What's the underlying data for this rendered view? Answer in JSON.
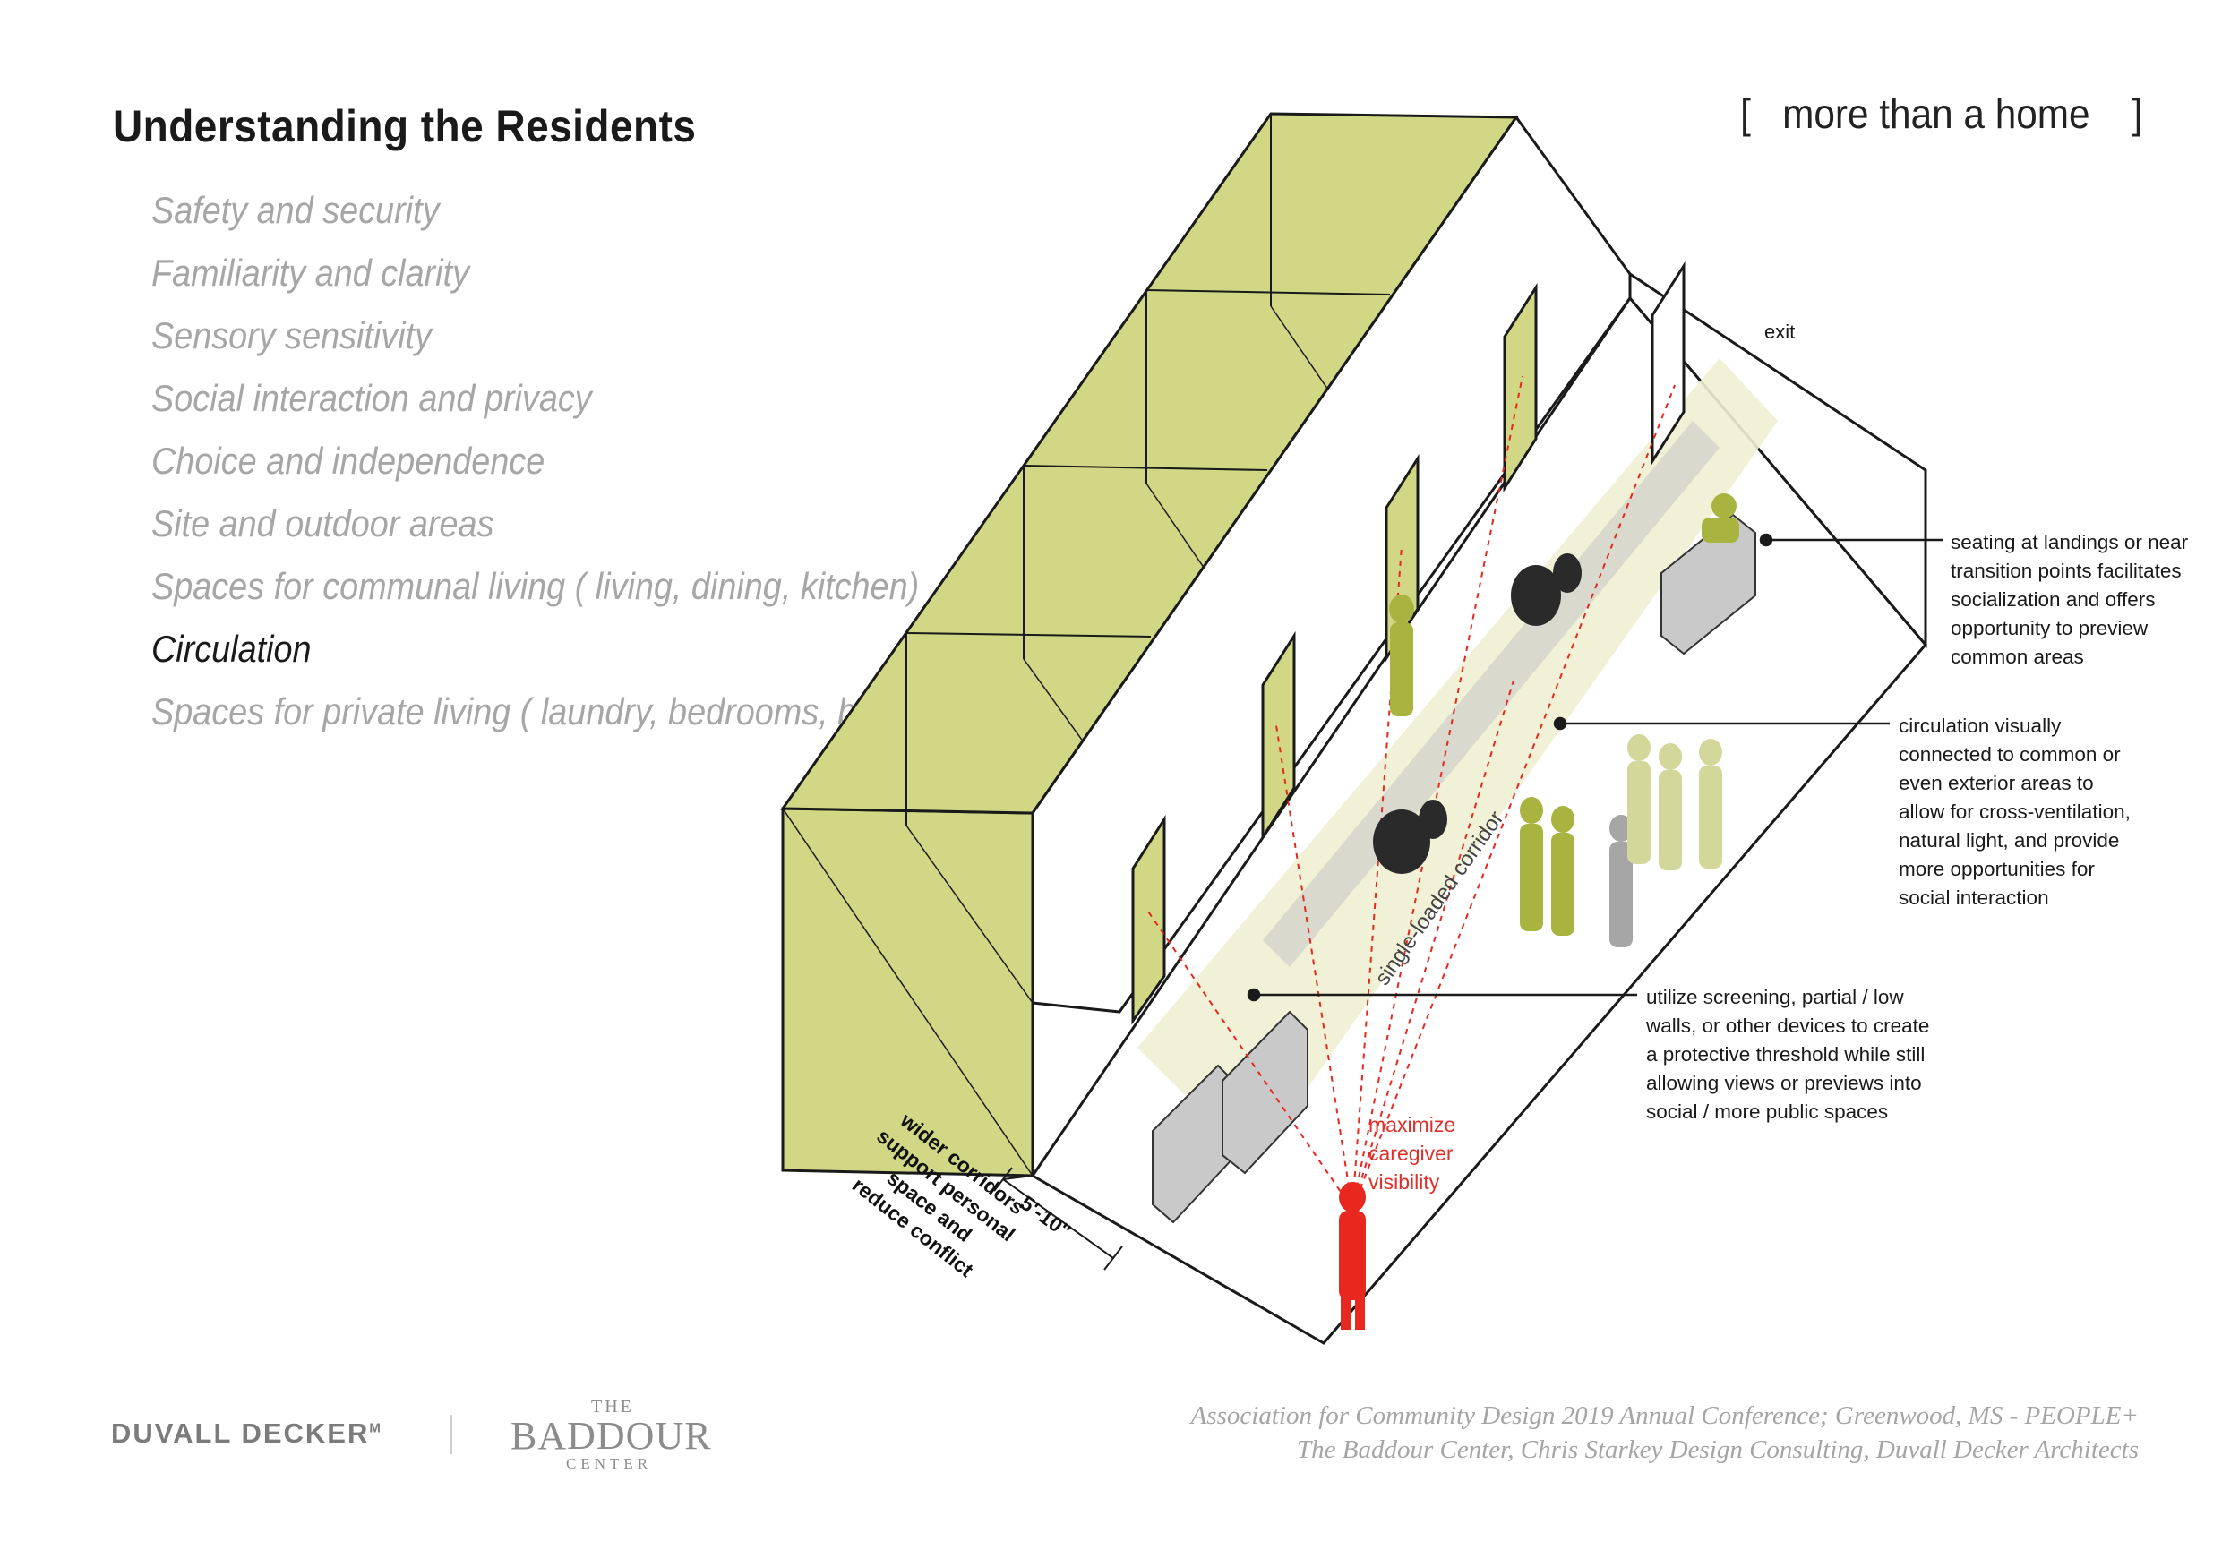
{
  "header": {
    "title": "Understanding the Residents",
    "tagline": "[   more than a home    ]"
  },
  "topics": [
    {
      "label": "Safety and security",
      "active": false
    },
    {
      "label": "Familiarity and clarity",
      "active": false
    },
    {
      "label": "Sensory sensitivity",
      "active": false
    },
    {
      "label": "Social interaction and privacy",
      "active": false
    },
    {
      "label": "Choice and independence",
      "active": false
    },
    {
      "label": "Site and outdoor areas",
      "active": false
    },
    {
      "label": "Spaces for communal living ( living, dining, kitchen)",
      "active": false
    },
    {
      "label": "Circulation",
      "active": true
    },
    {
      "label": "Spaces for private living ( laundry, bedrooms, bat",
      "active": false
    }
  ],
  "diagram": {
    "exit_label": "exit",
    "corridor_label": "single-loaded corridor",
    "dimension": "5'-10\"",
    "annotations": {
      "seating": [
        "seating at landings or near",
        "transition points facilitates",
        "socialization and offers",
        "opportunity to preview",
        "common areas"
      ],
      "circulation": [
        "circulation visually",
        "connected to common or",
        "even exterior areas to",
        "allow for cross-ventilation,",
        "natural light, and provide",
        "more opportunities for",
        "social interaction"
      ],
      "screening": [
        "utilize screening, partial / low",
        "walls, or other devices to create",
        "a protective threshold while still",
        "allowing views or previews into",
        "social / more public spaces"
      ],
      "caregiver": [
        "maximize",
        "caregiver",
        "visibility"
      ],
      "corridor_width": [
        "wider corridors",
        "support personal",
        "space and",
        "reduce conflict"
      ]
    },
    "colors": {
      "room_fill": "#d1d785",
      "corridor_light": "#eef0d2",
      "person_green": "#a9b33f",
      "person_light": "#d3d89a",
      "person_grey": "#a6a6a6",
      "caregiver_red": "#e8281e",
      "line": "#1a1a1a"
    }
  },
  "footer": {
    "logo_duvall": "DUVALL DECKER",
    "logo_duvall_mark": "M",
    "logo_baddour_the": "THE",
    "logo_baddour_name": "BADDOUR",
    "logo_baddour_center": "CENTER",
    "credits_line1": "Association for Community Design 2019 Annual Conference; Greenwood, MS - PEOPLE+",
    "credits_line2": "The Baddour Center, Chris Starkey Design Consulting, Duvall Decker Architects"
  }
}
